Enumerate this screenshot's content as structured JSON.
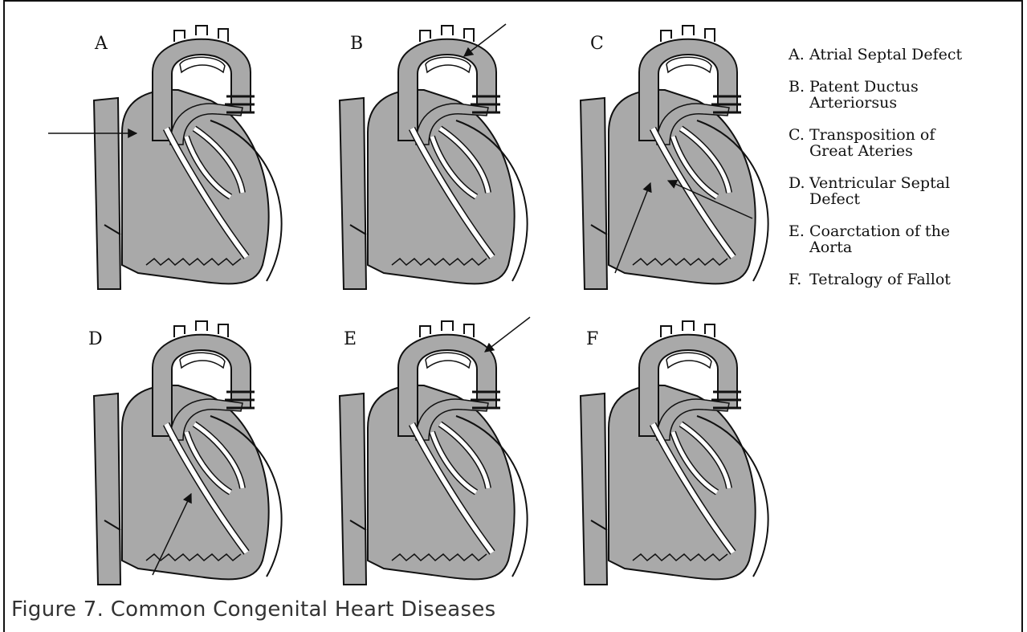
{
  "panels": [
    {
      "letter": "A"
    },
    {
      "letter": "B"
    },
    {
      "letter": "C"
    },
    {
      "letter": "D"
    },
    {
      "letter": "E"
    },
    {
      "letter": "F"
    }
  ],
  "legend": [
    {
      "key": "A.",
      "text": "Atrial Septal Defect"
    },
    {
      "key": "B.",
      "text": "Patent Ductus Arteriorsus"
    },
    {
      "key": "C.",
      "text": "Transposition of Great Ateries"
    },
    {
      "key": "D.",
      "text": "Ventricular Septal Defect"
    },
    {
      "key": "E.",
      "text": "Coarctation of the Aorta"
    },
    {
      "key": "F.",
      "text": "Tetralogy of Fallot"
    }
  ],
  "caption": "Figure 7. Common Congenital Heart Diseases",
  "colors": {
    "tissue": "#a9a9a9",
    "outline": "#111111",
    "background": "#ffffff"
  }
}
